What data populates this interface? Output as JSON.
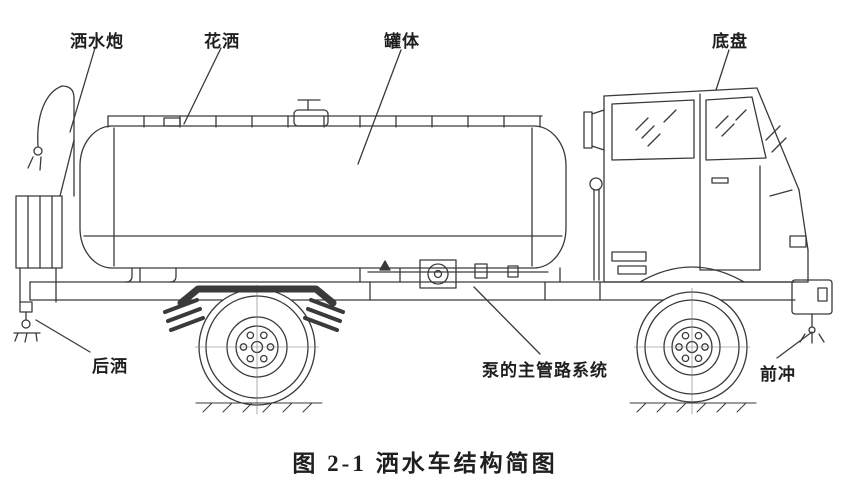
{
  "diagram": {
    "labels": {
      "water_cannon": "洒水炮",
      "sprinkler": "花洒",
      "tank": "罐体",
      "chassis": "底盘",
      "rear_spray": "后洒",
      "pump_pipeline": "泵的主管路系统",
      "front_flush": "前冲"
    },
    "caption": "图 2-1 洒水车结构简图"
  },
  "colors": {
    "ink": "#3a3a3a",
    "text": "#1f1f1f",
    "bg": "#ffffff"
  }
}
